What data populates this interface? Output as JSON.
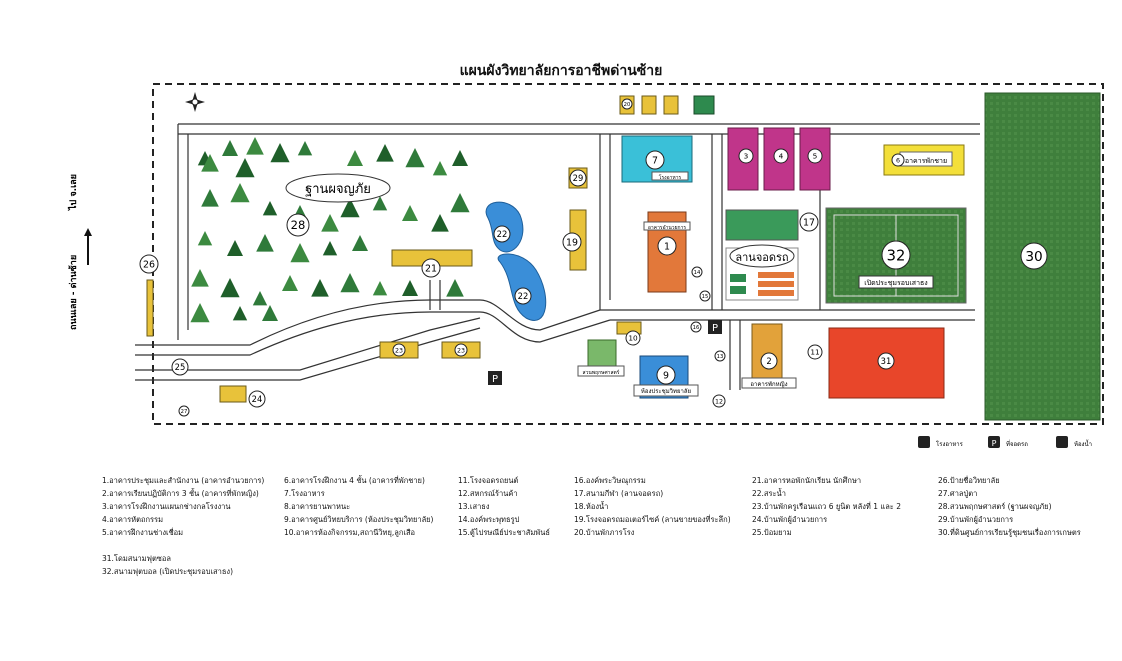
{
  "title": "แผนผังวิทยาลัยการอาชีพด่านซ้าย",
  "map_labels": {
    "forest_zone": "ฐานผจญภัย",
    "parking_lot": "ลานจอดรถ",
    "field_32_name": "เปิดประชุมรอบเสาธง",
    "bldg6_name": "อาคารพักชาย",
    "bldg7_name": "โรงอาหาร",
    "bldg1_name": "อาคารอำนวยการ",
    "bldg9_name": "ห้องประชุมวิทยาลัย",
    "bldg2_name": "อาคารพักหญิง",
    "garden_name": "สวนพฤกษศาสตร์",
    "road_left": "ถนนเลย - ด่านซ้าย",
    "to_loei": "ไป จ.เลย",
    "p_symbol": "P"
  },
  "numbers": {
    "n1": "1",
    "n2": "2",
    "n3": "3",
    "n4": "4",
    "n5": "5",
    "n6": "6",
    "n7": "7",
    "n9": "9",
    "n10": "10",
    "n11": "11",
    "n12": "12",
    "n13": "13",
    "n14": "14",
    "n15": "15",
    "n16": "16",
    "n17": "17",
    "n19": "19",
    "n20": "20",
    "n21": "21",
    "n22": "22",
    "n23": "23",
    "n24": "24",
    "n25": "25",
    "n26": "26",
    "n27": "27",
    "n28": "28",
    "n29": "29",
    "n30": "30",
    "n31": "31",
    "n32": "32"
  },
  "icon_legend": {
    "canteen": "โรงอาหาร",
    "parking": "ที่จอดรถ",
    "toilet": "ห้องน้ำ"
  },
  "legend": {
    "col1": [
      "1.อาคารประชุมและสำนักงาน (อาคารอำนวยการ)",
      "2.อาคารเรียนปฏิบัติการ 3 ชั้น (อาคารที่พักหญิง)",
      "3.อาคารโรงฝึกงานแผนกช่างกลโรงงาน",
      "4.อาคารหัตถกรรม",
      "5.อาคารฝึกงานช่างเชื่อม",
      "",
      "31.โดมสนามฟุตซอล",
      "32.สนามฟุตบอล (เปิดประชุมรอบเสาธง)"
    ],
    "col2": [
      "6.อาคารโรงฝึกงาน 4 ชั้น (อาคารที่พักชาย)",
      "7.โรงอาหาร",
      "8.อาคารยานพาหนะ",
      "9.อาคารศูนย์วิทยบริการ (ห้องประชุมวิทยาลัย)",
      "10.อาคารห้องกิจกรรม,สถานีวิทยุ,ลูกเสือ"
    ],
    "col3": [
      "11.โรงจอดรถยนต์",
      "12.สหกรณ์ร้านค้า",
      "13.เสาธง",
      "14.องค์พระพุทธรูป",
      "15.ตู้ไปรษณีย์ประชาสัมพันธ์"
    ],
    "col4": [
      "16.องค์พระวิษณุกรรม",
      "17.สนามกีฬา (ลานจอดรถ)",
      "18.ห้องน้ำ",
      "19.โรงจอดรถมอเตอร์ไซค์ (ลานขายของที่ระลึก)",
      "20.บ้านพักภารโรง"
    ],
    "col5": [
      "21.อาคารหอพักนักเรียน นักศึกษา",
      "22.สระน้ำ",
      "23.บ้านพักครูเรือนแถว 6 ยูนิต หลังที่ 1 และ 2",
      "24.บ้านพักผู้อำนวยการ",
      "25.ป้อมยาม"
    ],
    "col6": [
      "26.ป้ายชื่อวิทยาลัย",
      "27.ศาลปู่ตา",
      "28.สวนพฤกษศาสตร์ (ฐานผจญภัย)",
      "29.บ้านพักผู้อำนวยการ",
      "30.ที่ดินศูนย์การเรียนรู้ชุมชนเรื่องการเกษตร"
    ]
  },
  "colors": {
    "farm_green": "#3a7a3a",
    "roof_magenta": "#c0358a",
    "roof_orange": "#e2783a",
    "dome_red": "#e8462a",
    "pond_blue": "#3a8ed8",
    "yellow_bldg": "#e8c23a"
  }
}
